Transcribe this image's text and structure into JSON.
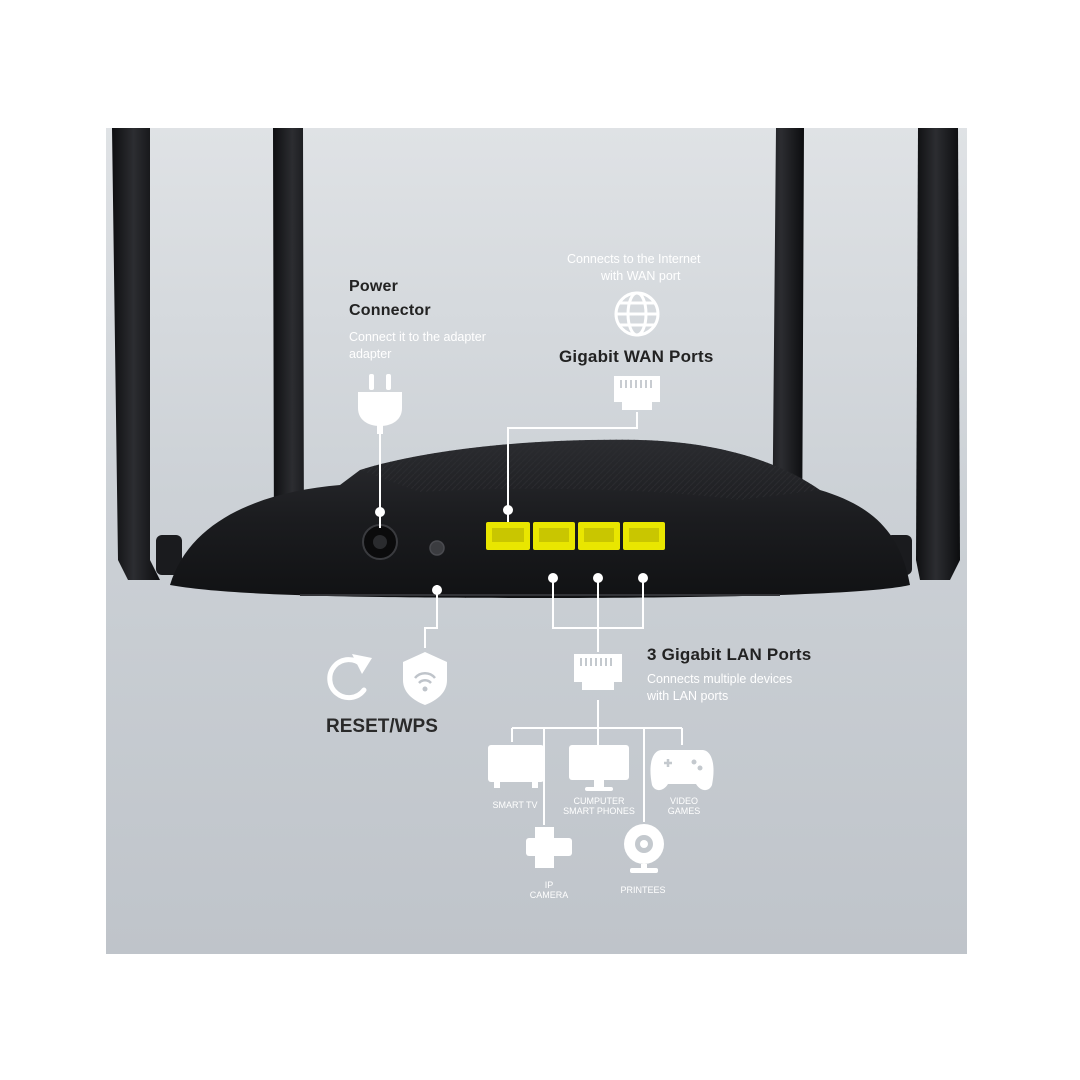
{
  "power": {
    "title_line1": "Power",
    "title_line2": "Connector",
    "desc_line1": "Connect it to the adapter",
    "desc_line2": "adapter"
  },
  "wan": {
    "desc_line1": "Connects to the Internet",
    "desc_line2": "with WAN port",
    "title": "Gigabit WAN Ports"
  },
  "lan": {
    "title": "3 Gigabit LAN Ports",
    "desc_line1": "Connects multiple devices",
    "desc_line2": "with LAN ports"
  },
  "reset": {
    "title": "RESET/WPS"
  },
  "devices": {
    "smart_tv": "SMART TV",
    "computer_line1": "CUMPUTER",
    "computer_line2": "SMART PHONES",
    "video_line1": "VIDEO",
    "video_line2": "GAMES",
    "ip_line1": "IP",
    "ip_line2": "CAMERA",
    "printers": "PRINTEES"
  },
  "colors": {
    "background": "#cdd2d7",
    "router_body": "#1c1d20",
    "port_accent": "#e9e600",
    "icon_white": "#ffffff"
  }
}
